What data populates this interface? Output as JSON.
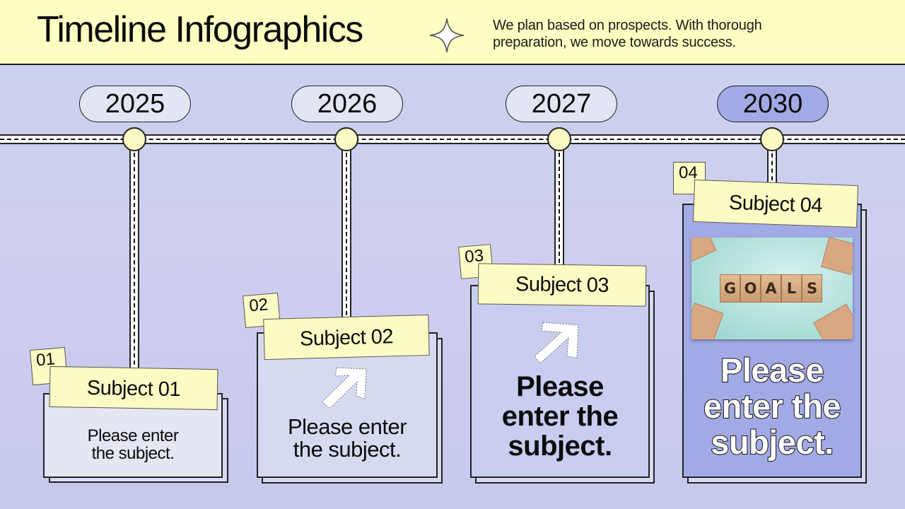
{
  "header": {
    "title": "Timeline Infographics",
    "sparkle_icon": "four-point-star-icon",
    "subtitle_line1": "We plan based on prospects. With thorough",
    "subtitle_line2": "preparation, we move towards success."
  },
  "colors": {
    "header_bg": "#fefdc2",
    "background": "#cbcff0",
    "node_fill": "#fdfbc4",
    "year_default_bg": "#e2e6f4",
    "year_active_bg": "#a2aae6",
    "card1_bg": "#e4e6f2",
    "card2_bg": "#d6daf0",
    "card3_bg": "#c9cdef",
    "card4_bg": "#a2aae6"
  },
  "timeline": {
    "milestones": [
      {
        "year": "2025",
        "number": "01",
        "subject": "Subject 01",
        "text_line1": "Please enter",
        "text_line2": "the subject."
      },
      {
        "year": "2026",
        "number": "02",
        "subject": "Subject 02",
        "icon": "arrow-up-right-icon",
        "text_line1": "Please enter",
        "text_line2": "the subject."
      },
      {
        "year": "2027",
        "number": "03",
        "subject": "Subject 03",
        "icon": "arrow-up-right-icon",
        "text_line1": "Please",
        "text_line2": "enter the",
        "text_line3": "subject."
      },
      {
        "year": "2030",
        "number": "04",
        "subject": "Subject 04",
        "image_text": "GOALS",
        "image_letters": [
          "G",
          "O",
          "A",
          "L",
          "S"
        ],
        "text_line1": "Please",
        "text_line2": "enter the",
        "text_line3": "subject."
      }
    ]
  }
}
